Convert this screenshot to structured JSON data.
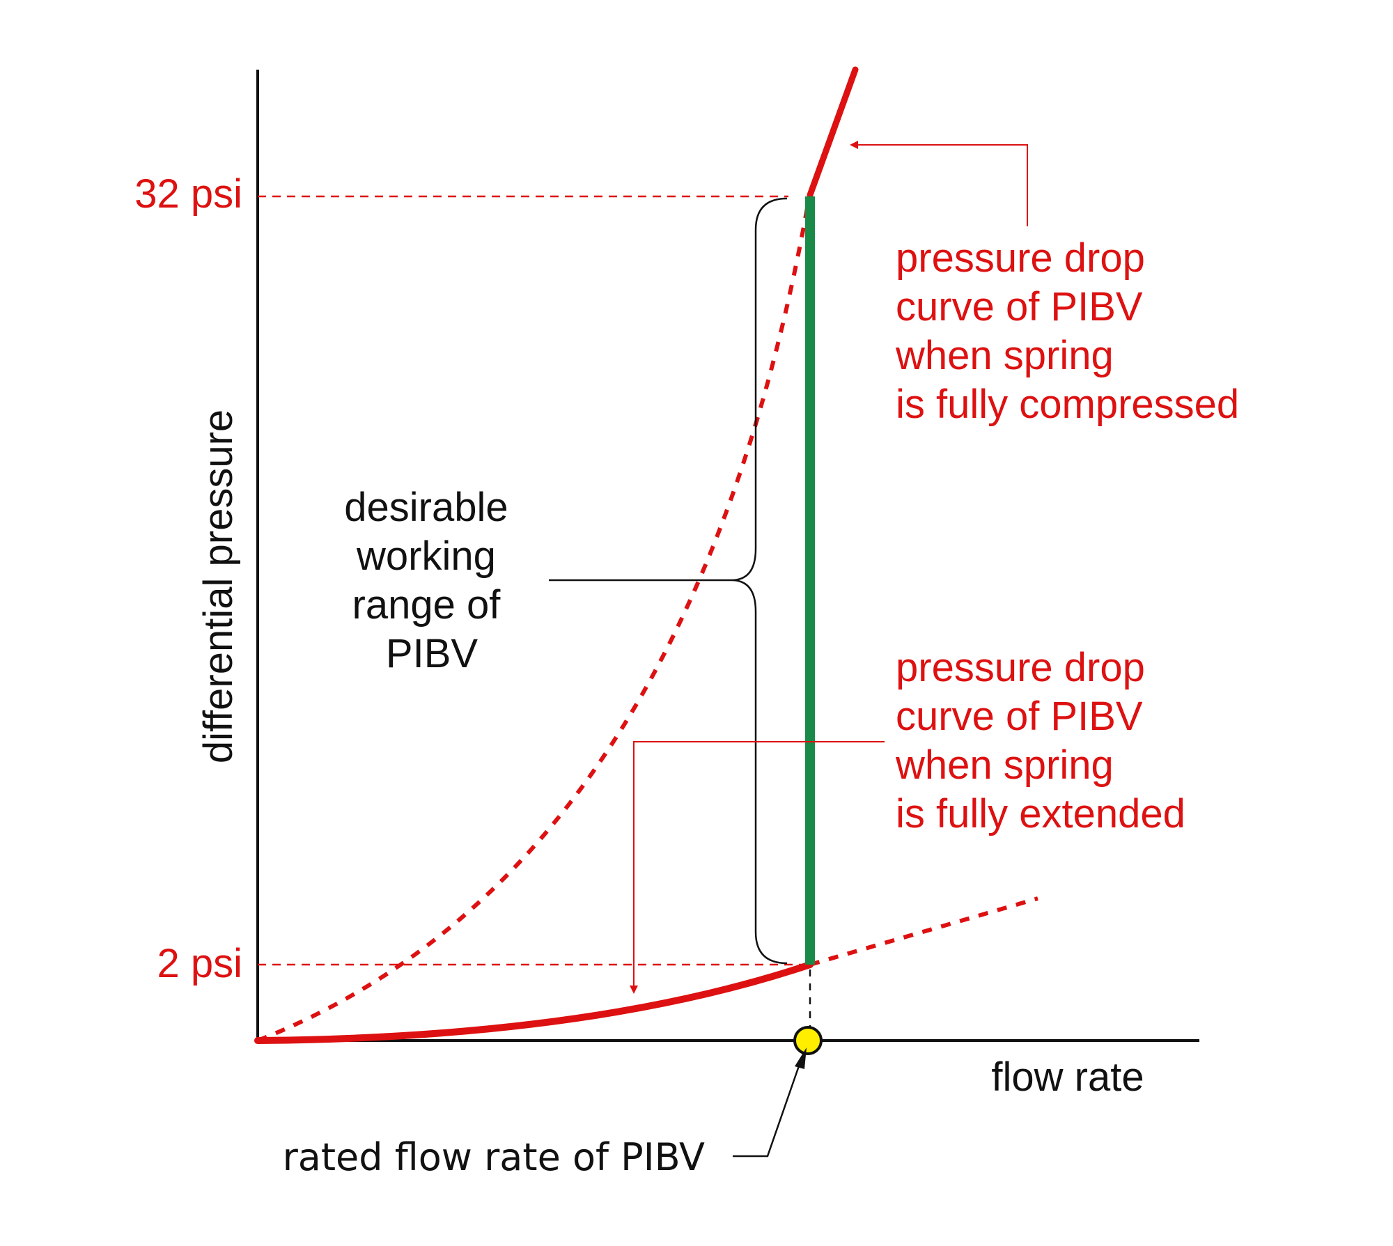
{
  "axes": {
    "y_label": "differential pressure",
    "x_label": "flow rate"
  },
  "ticks": {
    "high": "32 psi",
    "low": "2 psi"
  },
  "annotations": {
    "working_range": [
      "desirable",
      "working",
      "range of",
      "PIBV"
    ],
    "compressed_curve": [
      "pressure drop",
      "curve of PIBV",
      "when spring",
      "is fully compressed"
    ],
    "extended_curve": [
      "pressure drop",
      "curve of PIBV",
      "when spring",
      "is fully extended"
    ],
    "rated_flow": "rated flow rate of PIBV"
  },
  "colors": {
    "curve": "#dd1111",
    "regulated_line": "#1a8a48",
    "rated_point": "#ffee00",
    "axis": "#111111"
  }
}
